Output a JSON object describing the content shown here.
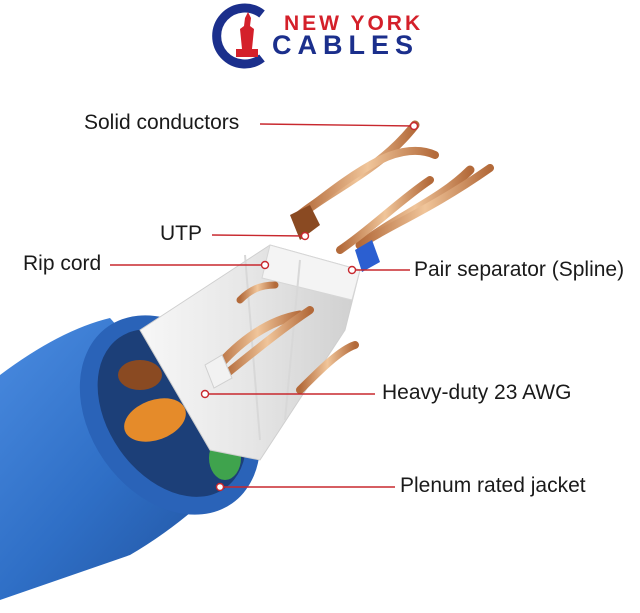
{
  "brand": {
    "logo_line1": "NEW YORK",
    "logo_line2": "CABLES",
    "colors": {
      "navy": "#1b2f8c",
      "red": "#d4202a"
    }
  },
  "callouts": {
    "solid_conductors": "Solid conductors",
    "utp": "UTP",
    "rip_cord": "Rip cord",
    "pair_separator": "Pair separator (Spline)",
    "heavy_duty": "Heavy-duty 23 AWG",
    "plenum_jacket": "Plenum rated jacket"
  },
  "colors": {
    "leader_line": "#c8282e",
    "jacket_blue": "#2f6fc6",
    "copper": "#d9a070",
    "spline": "#eeeeee",
    "pair_orange": "#e58b2a",
    "pair_green": "#3fa34d",
    "pair_brown": "#8a4a22",
    "pair_blue": "#2b5fd1"
  }
}
